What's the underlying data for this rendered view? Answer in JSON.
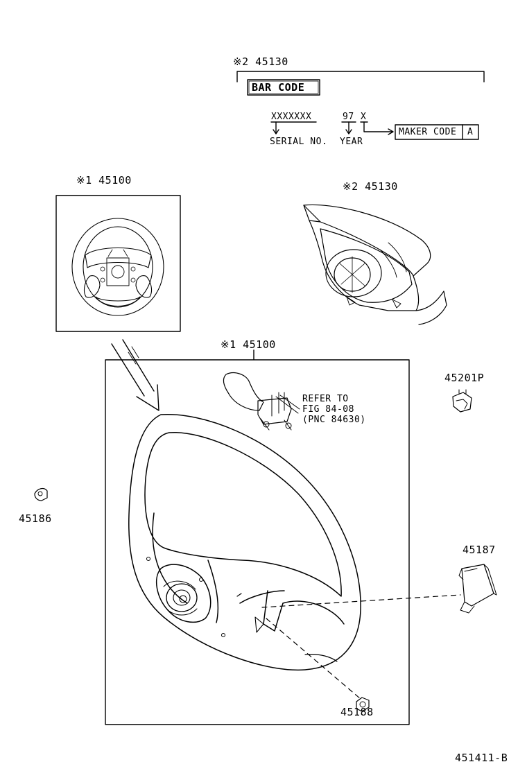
{
  "barcode_section": {
    "part_label": "※2 45130",
    "bar_code": "BAR CODE",
    "serial_pattern": "XXXXXXX",
    "year_pattern": "97",
    "maker_pattern": "X",
    "serial_label": "SERIAL NO.",
    "year_label": "YEAR",
    "maker_code_label": "MAKER CODE",
    "maker_code_value": "A"
  },
  "parts": {
    "wheel_assembly_small": "※1 45100",
    "airbag_pad": "※2 45130",
    "wheel_assembly_main": "※1 45100",
    "part_45201p": "45201P",
    "part_45186": "45186",
    "part_45187": "45187",
    "part_45188": "45188"
  },
  "reference_note": {
    "line1": "REFER TO",
    "line2": "FIG 84-08",
    "line3": "(PNC 84630)"
  },
  "figure_id": "451411-B"
}
